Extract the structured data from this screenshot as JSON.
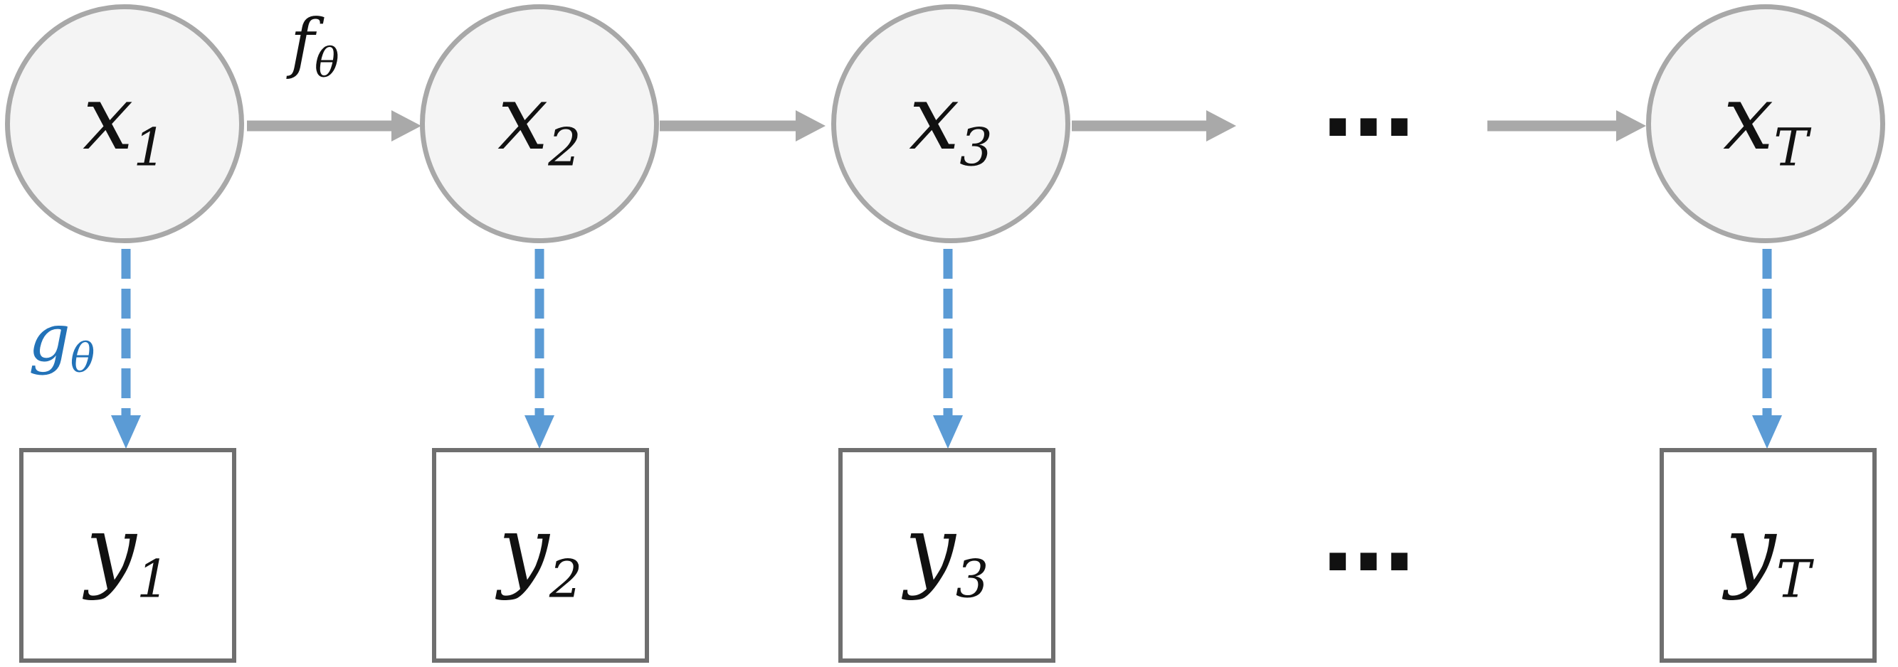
{
  "diagram": {
    "type": "state-space-model-graph",
    "states": [
      {
        "main": "x",
        "sub": "1"
      },
      {
        "main": "x",
        "sub": "2"
      },
      {
        "main": "x",
        "sub": "3"
      },
      {
        "main": "x",
        "sub": "T"
      }
    ],
    "observations": [
      {
        "main": "y",
        "sub": "1"
      },
      {
        "main": "y",
        "sub": "2"
      },
      {
        "main": "y",
        "sub": "3"
      },
      {
        "main": "y",
        "sub": "T"
      }
    ],
    "transition_label": {
      "main": "f",
      "sub": "θ"
    },
    "emission_label": {
      "main": "g",
      "sub": "θ"
    },
    "ellipsis_top": "…",
    "ellipsis_bottom": "…",
    "colors": {
      "state_fill": "#f4f4f4",
      "state_border": "#a8a8a8",
      "transition_arrow": "#a9a9a9",
      "observation_fill": "#ffffff",
      "observation_border": "#6f6f6f",
      "emission_arrow": "#5b9bd5",
      "emission_label_text": "#2272b8",
      "label_text": "#111111"
    }
  }
}
